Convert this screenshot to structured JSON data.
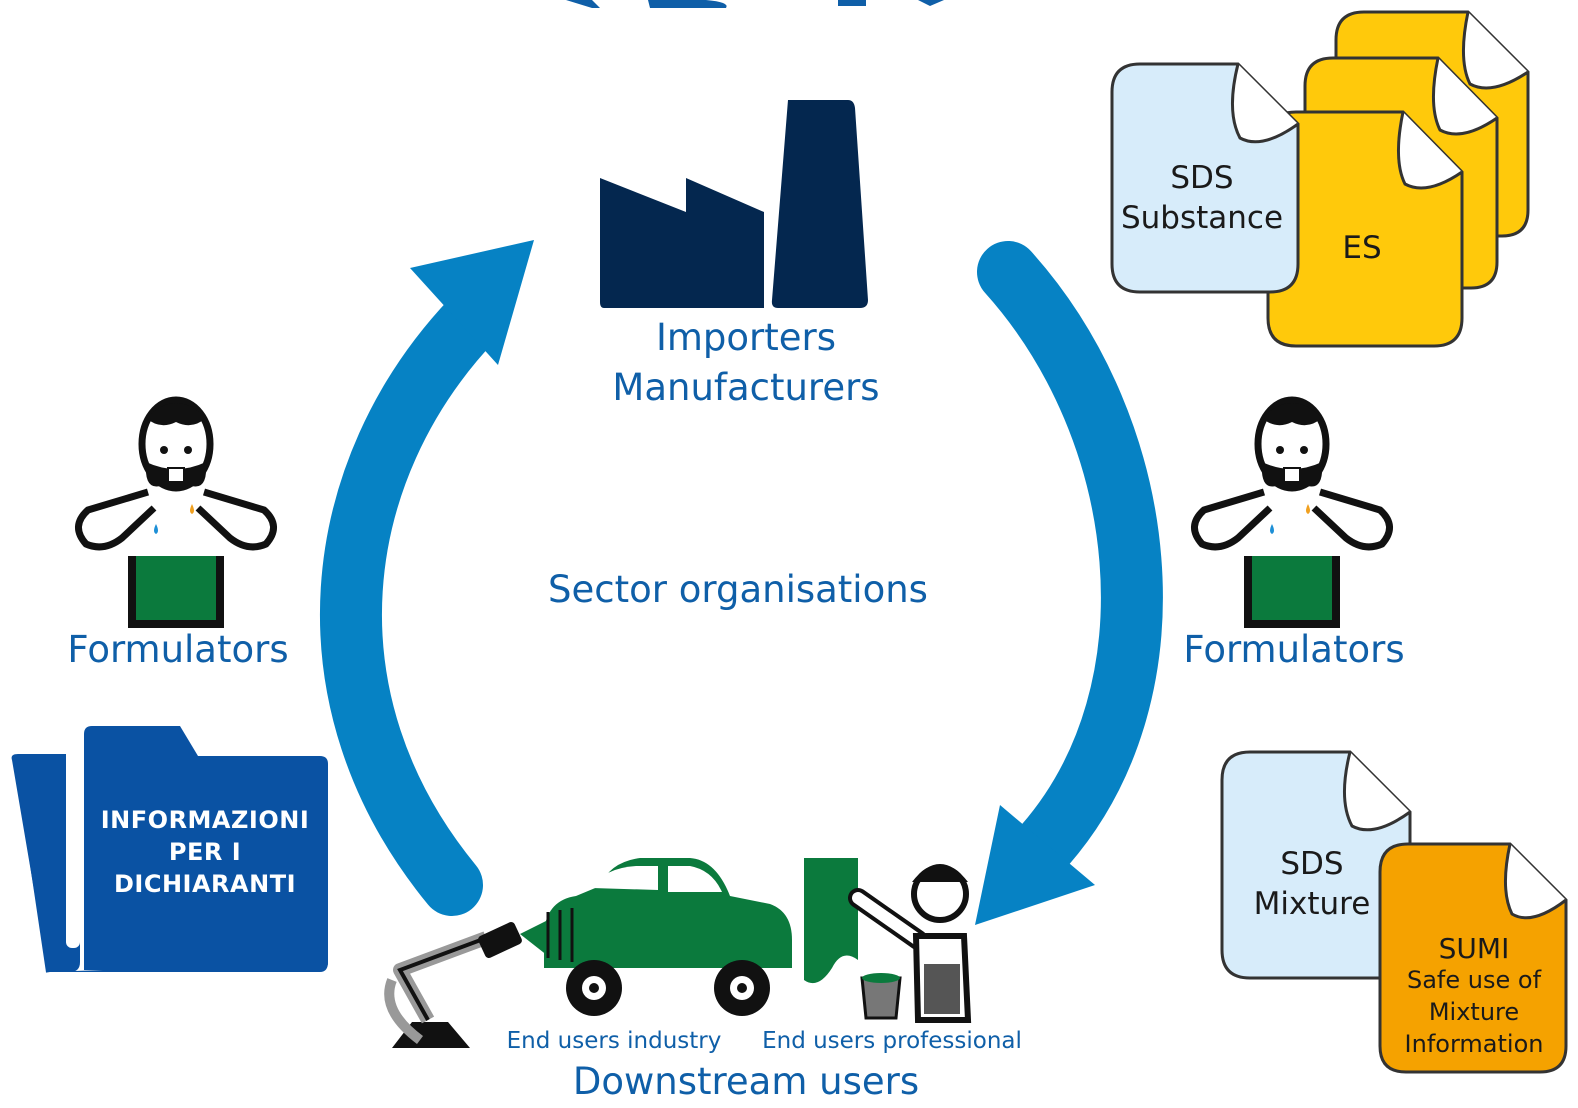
{
  "labels": {
    "importers": "Importers",
    "manufacturers": "Manufacturers",
    "sector": "Sector organisations",
    "formulators_left": "Formulators",
    "formulators_right": "Formulators",
    "end_users_industry": "End users industry",
    "end_users_professional": "End users professional",
    "downstream": "Downstream users"
  },
  "documents": {
    "sds_substance": [
      "SDS",
      "Substance"
    ],
    "es": "ES",
    "sds_mixture": [
      "SDS",
      "Mixture"
    ],
    "sumi": [
      "SUMI",
      "Safe use of",
      "Mixture",
      "Information"
    ]
  },
  "folder": {
    "lines": [
      "INFORMAZIONI",
      "PER I",
      "DICHIARANTI"
    ]
  },
  "colors": {
    "arrow": "#0682c4",
    "factory": "#04274f",
    "text": "#0f5fa8",
    "doc_light": "#d7ecfa",
    "doc_yellow": "#ffc90b",
    "doc_orange": "#f5a200",
    "folder": "#0a52a3",
    "green": "#0b7a3d"
  }
}
